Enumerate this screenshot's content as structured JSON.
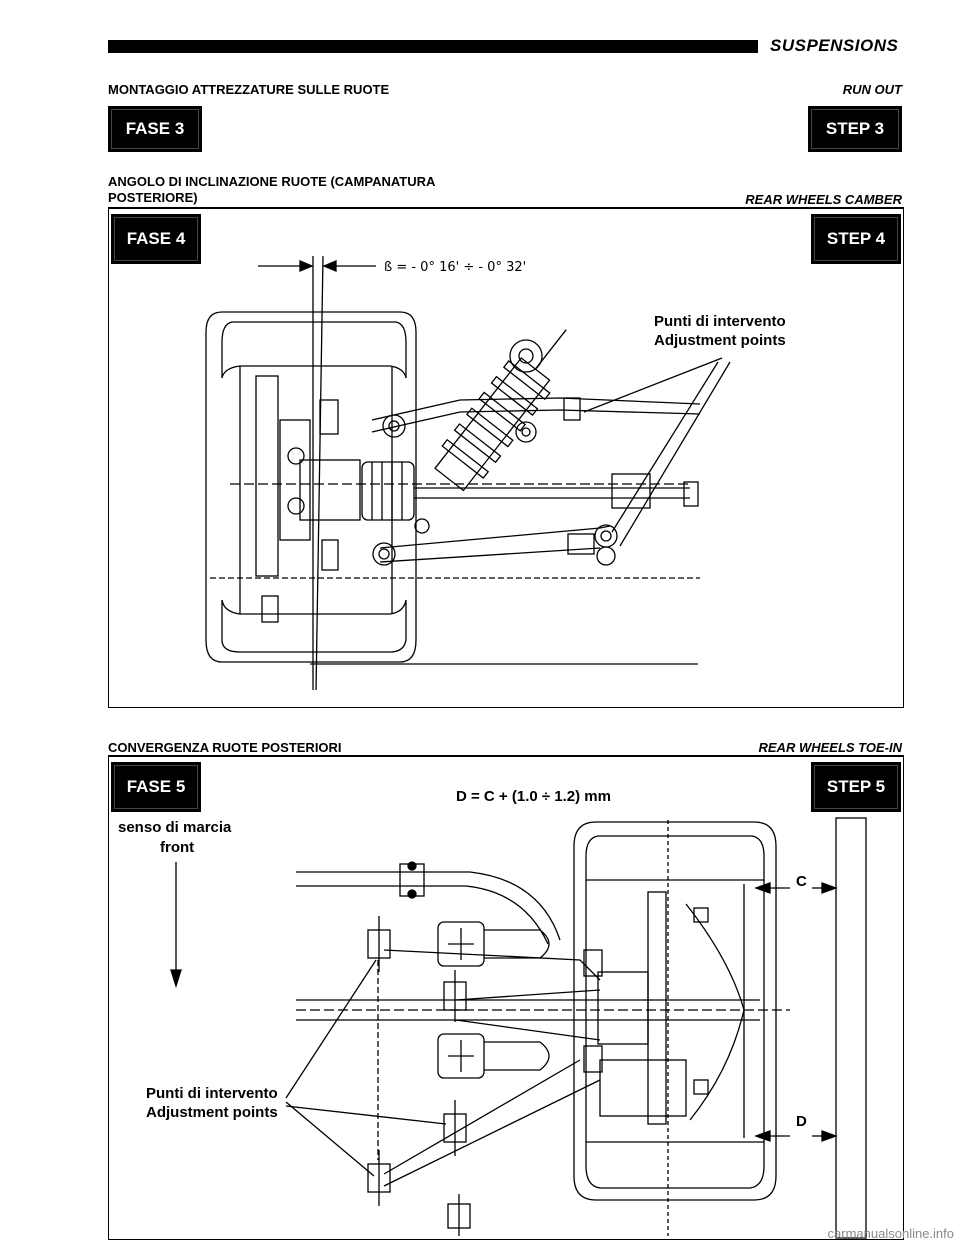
{
  "header": {
    "section": "SUSPENSIONS",
    "left_title": "MONTAGGIO ATTREZZATURE SULLE RUOTE",
    "right_title": "RUN OUT"
  },
  "step3": {
    "fase": "FASE 3",
    "step": "STEP 3"
  },
  "camber": {
    "title_line1": "ANGOLO DI INCLINAZIONE RUOTE (CAMPANATURA",
    "title_line2": "POSTERIORE)",
    "title_en": "REAR WHEELS CAMBER",
    "fase": "FASE 4",
    "step": "STEP 4",
    "formula": "ß = - 0° 16' ÷ - 0° 32'",
    "points_it": "Punti di intervento",
    "points_en": "Adjustment points"
  },
  "toein": {
    "title_it": "CONVERGENZA RUOTE POSTERIORI",
    "title_en": "REAR WHEELS TOE-IN",
    "fase": "FASE 5",
    "step": "STEP 5",
    "formula": "D = C + (1.0 ÷ 1.2) mm",
    "direction_it": "senso di marcia",
    "direction_en": "front",
    "points_it": "Punti di intervento",
    "points_en": "Adjustment points",
    "label_c": "C",
    "label_d": "D"
  },
  "footer": {
    "watermark": "carmanualsonline.info"
  },
  "icons": [
    "wheel-icon",
    "arrow-down-icon",
    "arrow-right-icon",
    "arrow-left-icon"
  ]
}
